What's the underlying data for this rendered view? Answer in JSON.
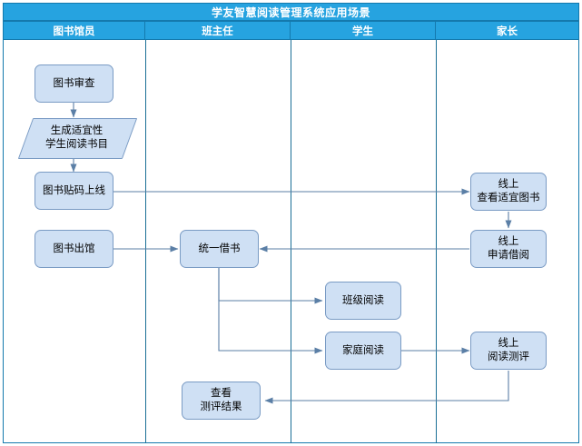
{
  "diagram": {
    "title": "学友智慧阅读管理系统应用场景",
    "type": "swimlane-flowchart",
    "colors": {
      "header_fill": "#26a3e0",
      "header_border": "#1479ad",
      "header_text": "#ffffff",
      "node_fill": "#cfe0f4",
      "node_border": "#7a9bc4",
      "connector": "#5b7fa6",
      "lane_divider": "#1a6f96",
      "canvas": "#ffffff"
    },
    "lanes": [
      {
        "id": "lane-librarian",
        "label": "图书馆员"
      },
      {
        "id": "lane-headteacher",
        "label": "班主任"
      },
      {
        "id": "lane-student",
        "label": "学生"
      },
      {
        "id": "lane-parent",
        "label": "家长"
      }
    ],
    "nodes": [
      {
        "id": "node-book-review",
        "lane": "图书馆员",
        "shape": "rounded-rect",
        "label": "图书审查"
      },
      {
        "id": "node-generate-booklist",
        "lane": "图书馆员",
        "shape": "parallelogram",
        "label": "生成适宜性\n学生阅读书目"
      },
      {
        "id": "node-tag-online",
        "lane": "图书馆员",
        "shape": "rounded-rect",
        "label": "图书贴码上线"
      },
      {
        "id": "node-book-out",
        "lane": "图书馆员",
        "shape": "rounded-rect",
        "label": "图书出馆"
      },
      {
        "id": "node-unified-borrow",
        "lane": "班主任",
        "shape": "rounded-rect",
        "label": "统一借书"
      },
      {
        "id": "node-view-results",
        "lane": "班主任",
        "shape": "rounded-rect",
        "label": "查看\n测评结果"
      },
      {
        "id": "node-class-reading",
        "lane": "学生",
        "shape": "rounded-rect",
        "label": "班级阅读"
      },
      {
        "id": "node-family-reading",
        "lane": "学生",
        "shape": "rounded-rect",
        "label": "家庭阅读"
      },
      {
        "id": "node-online-view-books",
        "lane": "家长",
        "shape": "rounded-rect",
        "label": "线上\n查看适宜图书"
      },
      {
        "id": "node-online-apply",
        "lane": "家长",
        "shape": "rounded-rect",
        "label": "线上\n申请借阅"
      },
      {
        "id": "node-online-assessment",
        "lane": "家长",
        "shape": "rounded-rect",
        "label": "线上\n阅读测评"
      }
    ],
    "edges": [
      {
        "id": "edge-review-to-booklist",
        "from": "图书审查",
        "to": "生成适宜性学生阅读书目"
      },
      {
        "id": "edge-booklist-to-tag",
        "from": "生成适宜性学生阅读书目",
        "to": "图书贴码上线"
      },
      {
        "id": "edge-tag-to-onlineview",
        "from": "图书贴码上线",
        "to": "线上查看适宜图书"
      },
      {
        "id": "edge-onlineview-to-apply",
        "from": "线上查看适宜图书",
        "to": "线上申请借阅"
      },
      {
        "id": "edge-apply-to-unified",
        "from": "线上申请借阅",
        "to": "统一借书"
      },
      {
        "id": "edge-bookout-to-unified",
        "from": "图书出馆",
        "to": "统一借书"
      },
      {
        "id": "edge-unified-to-class",
        "from": "统一借书",
        "to": "班级阅读"
      },
      {
        "id": "edge-unified-to-family",
        "from": "统一借书",
        "to": "家庭阅读"
      },
      {
        "id": "edge-family-to-assessment",
        "from": "家庭阅读",
        "to": "线上阅读测评"
      },
      {
        "id": "edge-assessment-to-results",
        "from": "线上阅读测评",
        "to": "查看测评结果"
      }
    ]
  }
}
